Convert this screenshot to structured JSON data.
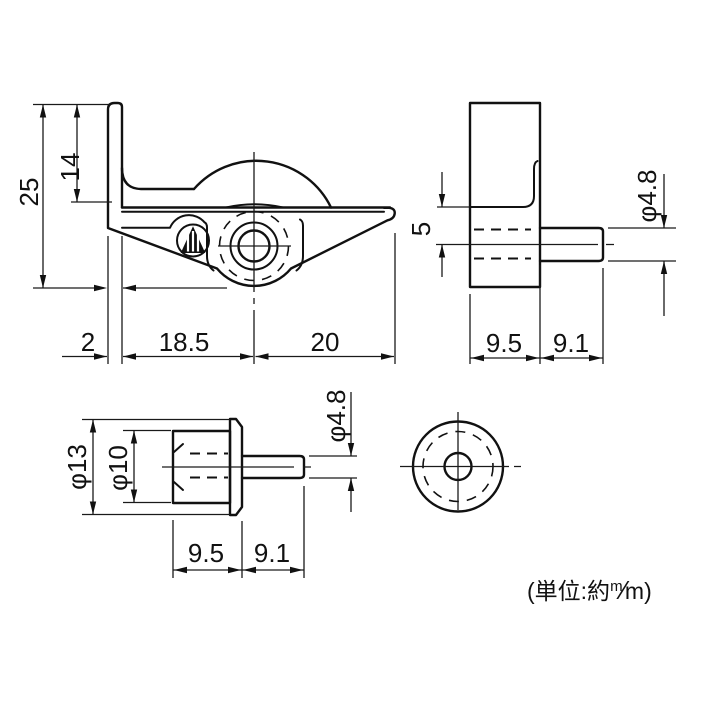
{
  "unit_note": {
    "prefix": "(単位:約",
    "numerator": "m",
    "slash": "⁄",
    "denominator": "m",
    "suffix": ")"
  },
  "views": {
    "front": {
      "dims": {
        "overall_height": "25",
        "flange_height": "14",
        "plate_thickness": "2",
        "axle_to_left": "18.5",
        "axle_to_right": "20"
      }
    },
    "side": {
      "dims": {
        "flange_offset": "5",
        "pin_diameter": "φ4.8",
        "body_width": "9.5",
        "pin_length": "9.1"
      }
    },
    "roller_side": {
      "dims": {
        "flange_diameter": "φ13",
        "body_diameter": "φ10",
        "pin_diameter": "φ4.8",
        "body_length": "9.5",
        "pin_length": "9.1"
      }
    }
  }
}
